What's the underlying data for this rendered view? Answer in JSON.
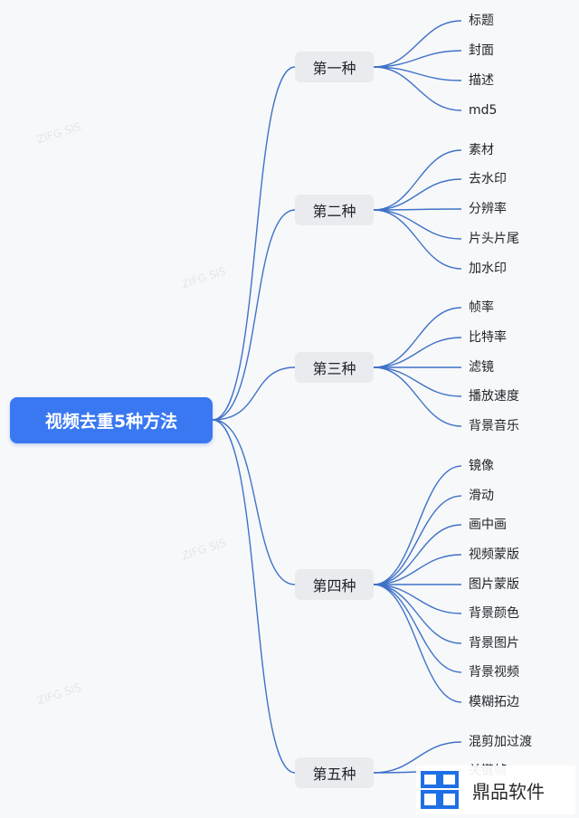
{
  "root": {
    "label": "视频去重5种方法"
  },
  "branches": [
    {
      "label": "第一种",
      "leaves": [
        "标题",
        "封面",
        "描述",
        "md5"
      ]
    },
    {
      "label": "第二种",
      "leaves": [
        "素材",
        "去水印",
        "分辨率",
        "片头片尾",
        "加水印"
      ]
    },
    {
      "label": "第三种",
      "leaves": [
        "帧率",
        "比特率",
        "滤镜",
        "播放速度",
        "背景音乐"
      ]
    },
    {
      "label": "第四种",
      "leaves": [
        "镜像",
        "滑动",
        "画中画",
        "视频蒙版",
        "图片蒙版",
        "背景颜色",
        "背景图片",
        "背景视频",
        "模糊拓边"
      ]
    },
    {
      "label": "第五种",
      "leaves": [
        "混剪加过渡",
        "关键帧"
      ]
    }
  ],
  "watermark": {
    "text": "鼎品软件",
    "logo_icon": "app-logo-icon"
  },
  "colors": {
    "edge": "#3f72c8",
    "root_fill": "#3a78f2",
    "branch_fill": "#e9ebef",
    "background": "#f7f8fa"
  }
}
